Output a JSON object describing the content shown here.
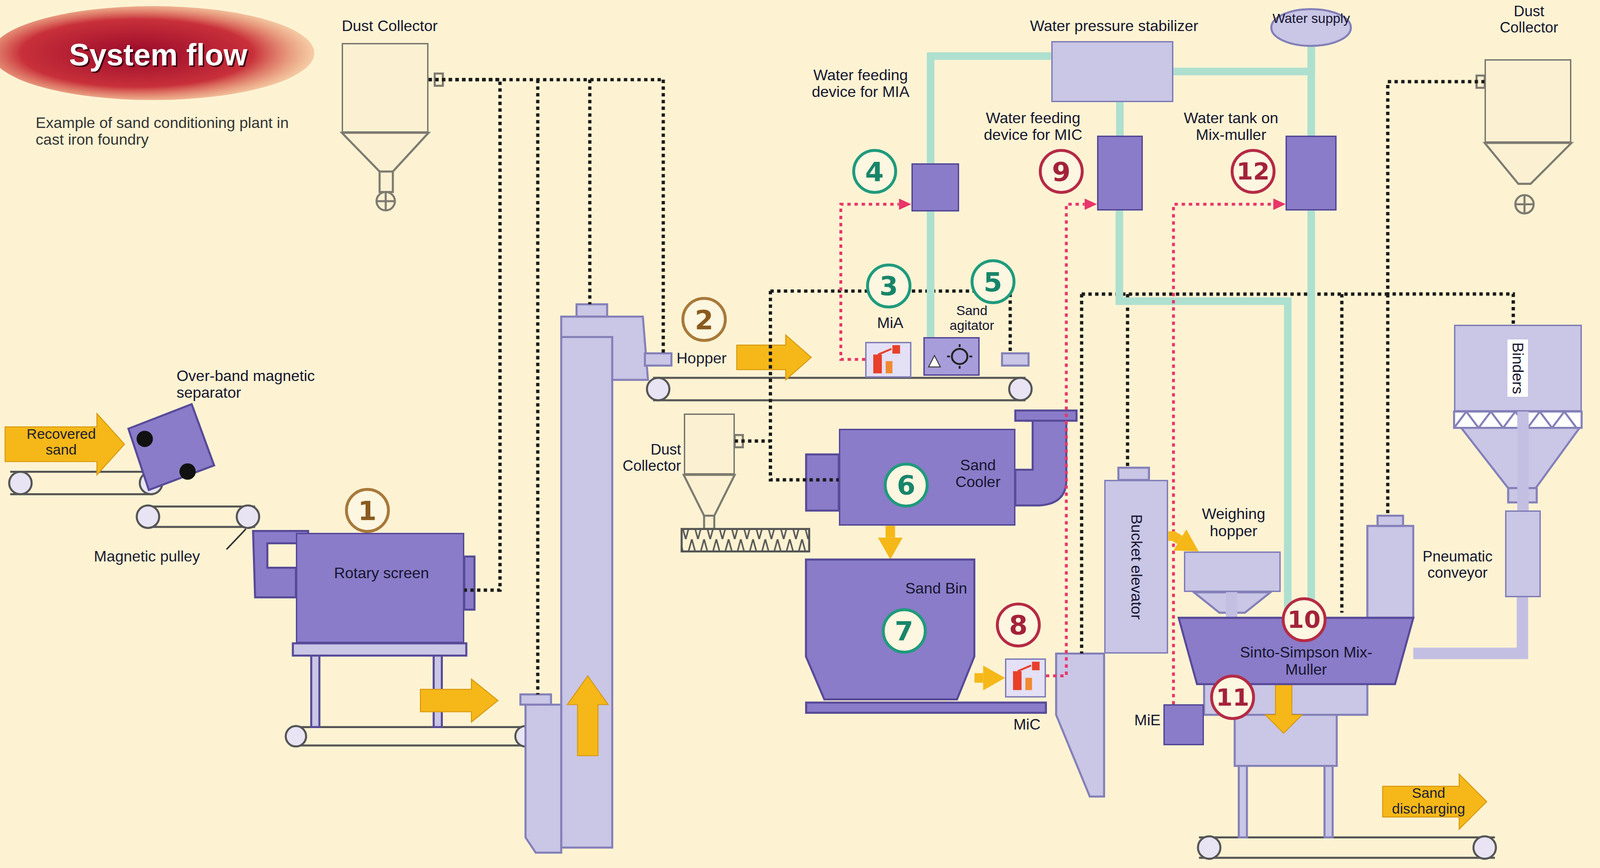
{
  "diagram": {
    "title": "System flow",
    "caption": "Example of sand conditioning plant in cast iron foundry",
    "nodes": [
      {
        "text": [
          "Dust Collector"
        ]
      },
      {
        "text": [
          "Over-band magnetic separator"
        ]
      },
      {
        "text": [
          "Rotary screen"
        ]
      },
      {
        "text": [
          "MiA"
        ]
      },
      {
        "text": [
          "Sand agitator"
        ]
      },
      {
        "text": [
          "Water feeding device for MIA"
        ]
      },
      {
        "text": [
          "Sand Cooler"
        ]
      },
      {
        "text": [
          "Sand Bin"
        ]
      },
      {
        "text": [
          "MiC"
        ]
      },
      {
        "text": [
          "Water feeding device for MIC"
        ]
      },
      {
        "text": [
          "Water pressure stabilizer"
        ]
      },
      {
        "text": [
          "Water supply"
        ]
      },
      {
        "text": [
          "Water tank on Mix-muller"
        ]
      },
      {
        "text": [
          "Dust Collector"
        ]
      },
      {
        "text": [
          "Bucket elevator"
        ]
      },
      {
        "text": [
          "Weighing hopper"
        ]
      },
      {
        "text": [
          "Sinto-Simpson Mix-Muller"
        ]
      },
      {
        "text": [
          "MiE"
        ]
      },
      {
        "text": [
          "Dust Collector"
        ]
      },
      {
        "text": [
          "Binders"
        ]
      },
      {
        "text": [
          "Pneumatic conveyor"
        ]
      }
    ],
    "edges": [
      {
        "from": 0,
        "to": 2,
        "arrow": "none"
      },
      {
        "from": 11,
        "to": 10,
        "arrow": "none"
      },
      {
        "from": 11,
        "to": 12,
        "arrow": "none"
      },
      {
        "from": 10,
        "to": 5,
        "arrow": "none"
      },
      {
        "from": 10,
        "to": 9,
        "arrow": "none"
      },
      {
        "from": 5,
        "to": 4,
        "arrow": "none"
      },
      {
        "from": 9,
        "to": 16,
        "arrow": "none"
      },
      {
        "from": 12,
        "to": 16,
        "arrow": "none"
      },
      {
        "from": 3,
        "to": 5,
        "arrow": "to"
      },
      {
        "from": 8,
        "to": 9,
        "arrow": "to"
      },
      {
        "from": 17,
        "to": 12,
        "arrow": "to"
      },
      {
        "from": 6,
        "to": 7,
        "arrow": "to"
      },
      {
        "from": 7,
        "to": 8,
        "arrow": "to"
      },
      {
        "from": 13,
        "to": 6,
        "arrow": "none"
      },
      {
        "from": 18,
        "to": 19,
        "arrow": "none"
      },
      {
        "from": 19,
        "to": 20,
        "arrow": "none"
      },
      {
        "from": 20,
        "to": 16,
        "arrow": "none"
      },
      {
        "from": 14,
        "to": 15,
        "arrow": "to"
      },
      {
        "from": 15,
        "to": 16,
        "arrow": "none"
      }
    ],
    "labels": [
      "Recovered sand",
      "Magnetic pulley",
      "1",
      "2",
      "Hopper",
      "3",
      "4",
      "5",
      "6",
      "7",
      "8",
      "9",
      "10",
      "11",
      "12",
      "Sand discharging"
    ]
  }
}
